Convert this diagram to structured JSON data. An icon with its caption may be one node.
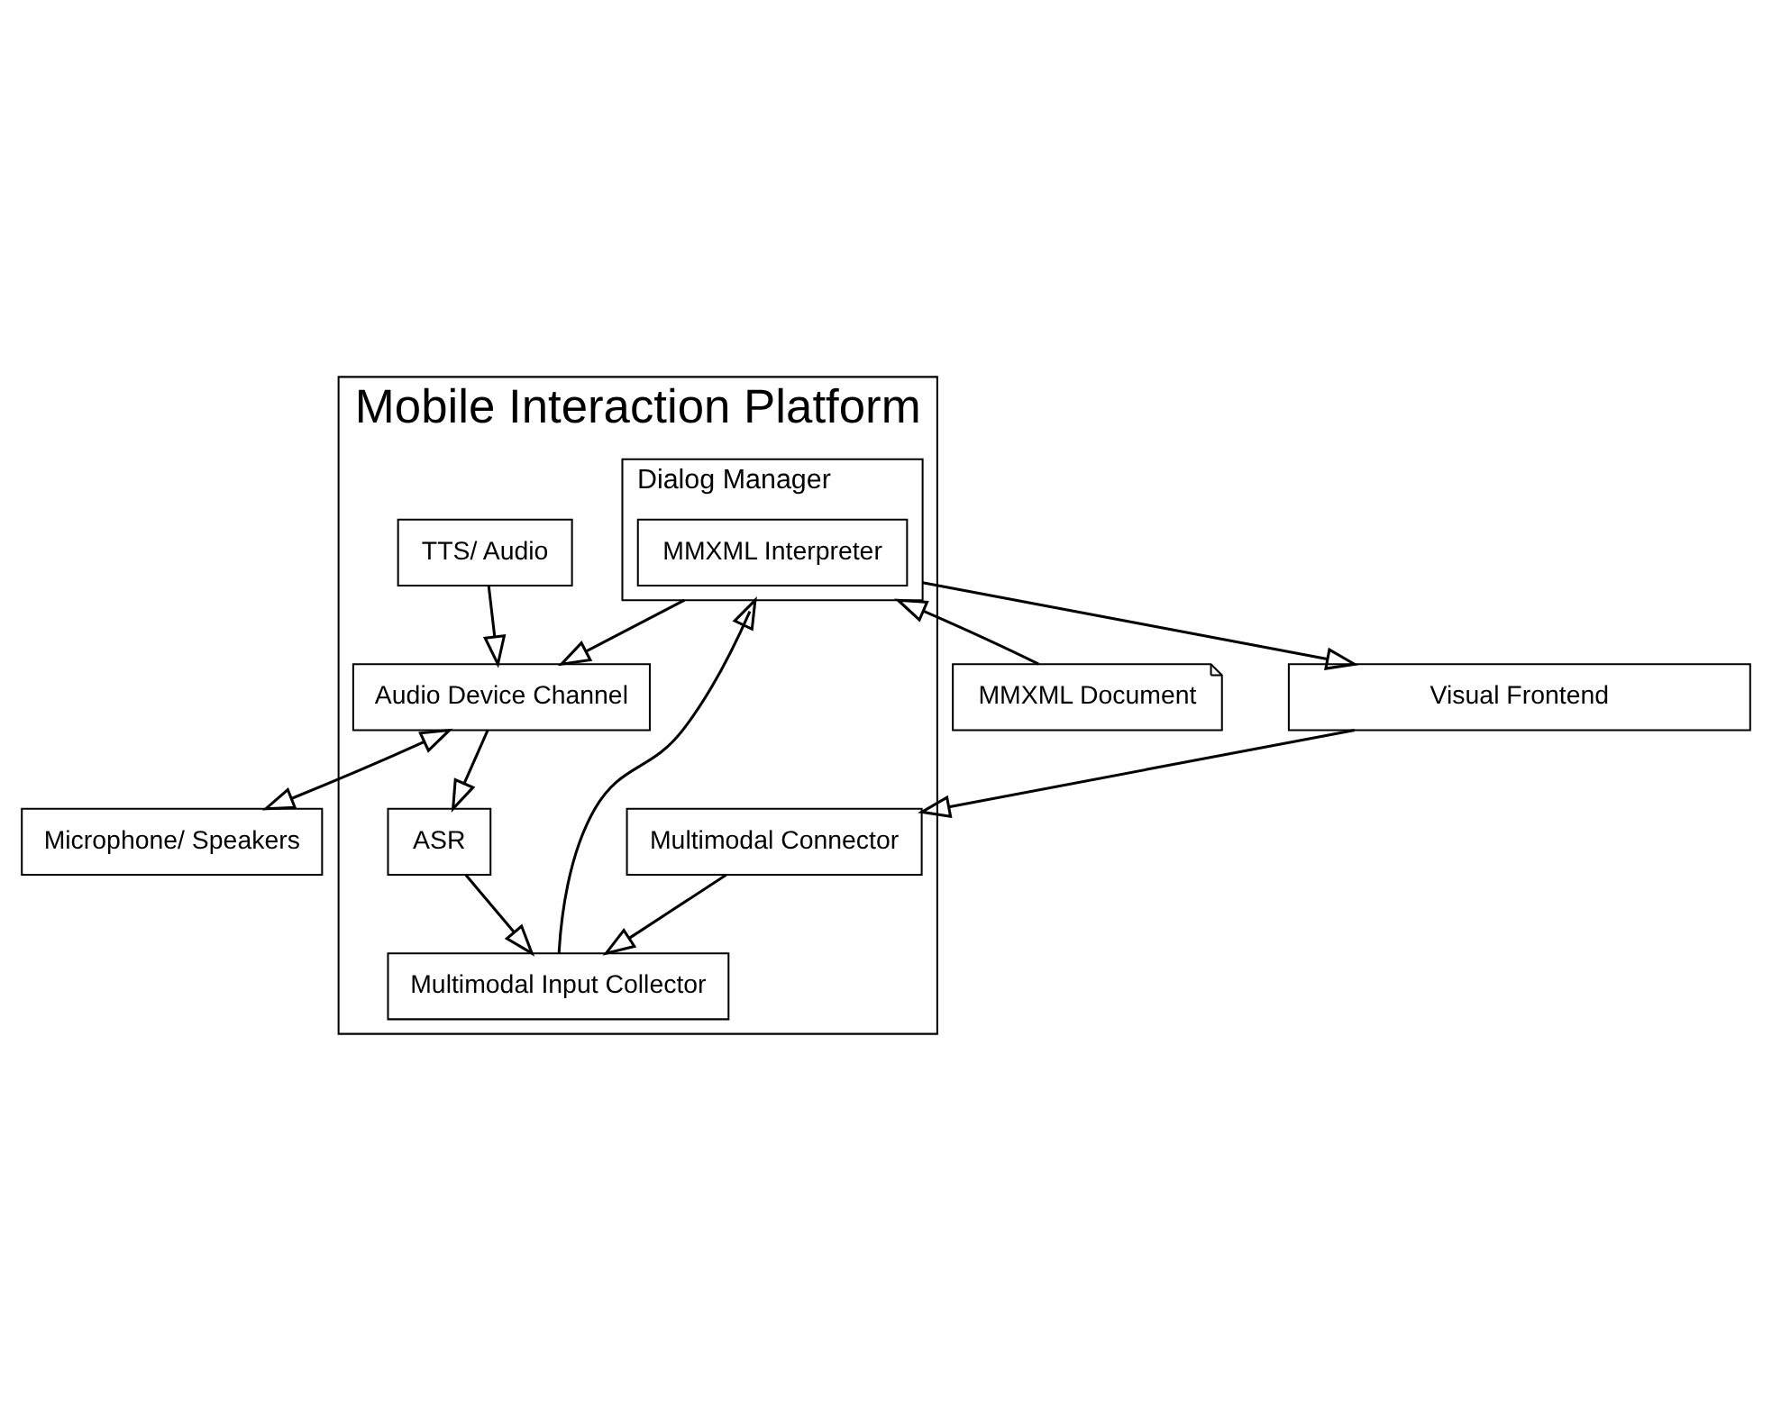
{
  "diagram": {
    "nodes": [
      {
        "text": [
          "Mobile Interaction Platform"
        ]
      },
      {
        "text": [
          "TTS/ Audio"
        ],
        "in": 0
      },
      {
        "text": [
          "ASR"
        ],
        "in": 0
      },
      {
        "text": [
          "Multimodal Input Collector"
        ],
        "in": 0
      },
      {
        "text": [
          "Audio Device Channel"
        ],
        "in": 0
      },
      {
        "text": [
          "Dialog Manager"
        ],
        "in": 0
      },
      {
        "text": [
          "MMXML Interpreter"
        ],
        "in": 5
      },
      {
        "text": [
          "Multimodal Connector"
        ],
        "in": 0
      },
      {
        "text": [
          "MMXML Document"
        ]
      },
      {
        "text": [
          "Microphone/ Speakers"
        ]
      },
      {
        "text": [
          "Visual Frontend"
        ]
      }
    ],
    "edges": [
      {
        "from": 2,
        "to": 3,
        "arrow": "to"
      },
      {
        "from": 1,
        "to": 4,
        "arrow": "to"
      },
      {
        "from": 4,
        "to": 2,
        "arrow": "to"
      },
      {
        "from": 3,
        "to": 5,
        "arrow": "to"
      },
      {
        "from": 5,
        "to": 4,
        "arrow": "to"
      },
      {
        "from": 7,
        "to": 3,
        "arrow": "to"
      },
      {
        "from": 8,
        "to": 5,
        "arrow": "to"
      },
      {
        "from": 4,
        "to": 9,
        "arrow": "both"
      },
      {
        "from": 5,
        "to": 10,
        "arrow": "to"
      },
      {
        "from": 10,
        "to": 7,
        "arrow": "to"
      }
    ]
  }
}
